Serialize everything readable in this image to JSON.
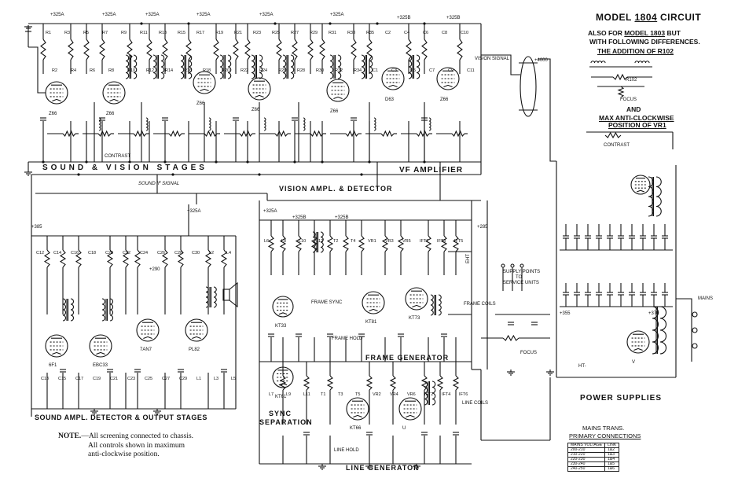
{
  "header": {
    "title_prefix": "MODEL",
    "title_model": "1804",
    "title_suffix": "CIRCUIT",
    "line1_prefix": "ALSO FOR",
    "line1_model": "MODEL 1803",
    "line1_suffix": "BUT",
    "line2": "WITH FOLLOWING DIFFERENCES.",
    "addition": "THE ADDITION OF R102",
    "and": "AND",
    "max_anticlockwise": "MAX ANTI-CLOCKWISE",
    "position_vr1": "POSITION OF VR1",
    "inset_labels": {
      "focus": "FOCUS",
      "contrast": "CONTRAST",
      "r102": "R102"
    }
  },
  "sections": {
    "sound_vision": "SOUND & VISION STAGES",
    "vf_amplifier": "VF AMPLIFIER",
    "vision_ampl_detector": "VISION AMPL. & DETECTOR",
    "sound_if_signal": "SOUND IF SIGNAL",
    "sound_ampl_output": "SOUND AMPL. DETECTOR & OUTPUT STAGES",
    "frame_generator": "FRAME GENERATOR",
    "sync_separation_1": "SYNC",
    "sync_separation_2": "SEPARATION",
    "line_generator": "LINE GENERATOR",
    "power_supplies": "POWER SUPPLIES",
    "mains": "MAINS",
    "supply_points_1": "SUPPLY POINTS",
    "supply_points_2": "TO",
    "supply_points_3": "SERVICE UNITS",
    "frame_coils": "FRAME COILS",
    "line_coils": "LINE COILS",
    "frame_hold": "FRAME HOLD",
    "line_hold": "LINE HOLD",
    "frame_sync": "FRAME SYNC",
    "vision_signal": "VISION SIGNAL",
    "contrast": "CONTRAST",
    "focus": "FOCUS",
    "eht": "EHT",
    "ht": "HT-"
  },
  "notes": {
    "note_label": "NOTE.",
    "note_line1": "All screening connected to chassis.",
    "note_line2": "All controls shown in maximum",
    "note_line3": "anti-clockwise position."
  },
  "mains_table": {
    "title_1": "MAINS TRANS.",
    "title_2": "PRIMARY CONNECTIONS",
    "header": [
      "MAINS VOLTAGE",
      "LINK"
    ],
    "rows": [
      [
        "200-210",
        "1&2"
      ],
      [
        "210-220",
        "1&3"
      ],
      [
        "220-230",
        "1&4"
      ],
      [
        "230-240",
        "1&5"
      ],
      [
        "240-250",
        "1&6"
      ]
    ]
  },
  "valves": [
    "Z66",
    "Z66",
    "Z66",
    "Z66",
    "Z66",
    "D63",
    "Z66",
    "6F1",
    "EBC33",
    "7AN7",
    "PL82",
    "KT81",
    "KT73",
    "KT33",
    "KT61",
    "KT66",
    "U",
    "V"
  ],
  "voltages": [
    "+325A",
    "+325A",
    "+325A",
    "+325A",
    "+325A",
    "+325A",
    "+325B",
    "+325B",
    "+325A",
    "+325A",
    "+325B",
    "+325B",
    "+290",
    "+285",
    "+385",
    "+4000",
    "+355",
    "+370"
  ],
  "component_refs": [
    "R1",
    "R2",
    "R3",
    "R4",
    "R5",
    "R6",
    "R7",
    "R8",
    "R9",
    "R10",
    "R11",
    "R12",
    "R13",
    "R14",
    "R15",
    "R16",
    "R17",
    "R18",
    "R19",
    "R20",
    "R21",
    "R22",
    "R23",
    "R24",
    "R25",
    "R26",
    "R27",
    "R28",
    "R29",
    "R30",
    "R31",
    "R32",
    "R33",
    "R34",
    "R35",
    "C1",
    "C2",
    "C3",
    "C4",
    "C5",
    "C6",
    "C7",
    "C8",
    "C9",
    "C10",
    "C11",
    "C12",
    "C13",
    "C14",
    "C15",
    "C16",
    "C17",
    "C18",
    "C19",
    "C20",
    "C21",
    "C22",
    "C23",
    "C24",
    "C25",
    "C26",
    "C27",
    "C28",
    "C29",
    "C30",
    "L1",
    "L2",
    "L3",
    "L4",
    "L5",
    "L6",
    "L7",
    "L8",
    "L9",
    "L10",
    "L11",
    "L12",
    "T1",
    "T2",
    "T3",
    "T4",
    "T5",
    "VR1",
    "VR2",
    "VR3",
    "VR4",
    "VR5",
    "VR6",
    "IFT1",
    "IFT2",
    "IFT3",
    "IFT4",
    "IFT5",
    "IFT6"
  ]
}
